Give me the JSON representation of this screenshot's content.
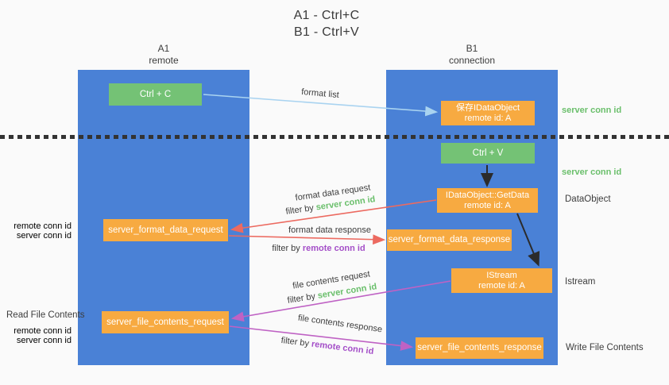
{
  "title": {
    "line1": "A1 - Ctrl+C",
    "line2": "B1 - Ctrl+V"
  },
  "lifelines": {
    "a1": {
      "name": "A1",
      "role": "remote"
    },
    "b1": {
      "name": "B1",
      "role": "connection"
    }
  },
  "boxes": {
    "ctrl_c": {
      "label": "Ctrl + C"
    },
    "save_dataobject": {
      "line1": "保存IDataObject",
      "line2": "remote id: A"
    },
    "ctrl_v": {
      "label": "Ctrl + V"
    },
    "getdata": {
      "line1": "IDataObject::GetData",
      "line2": "remote id: A"
    },
    "format_request": {
      "label": "server_format_data_request"
    },
    "format_response": {
      "label": "server_format_data_response"
    },
    "istream": {
      "line1": "IStream",
      "line2": "remote id: A"
    },
    "file_request": {
      "label": "server_file_contents_request"
    },
    "file_response": {
      "label": "server_file_contents_response"
    }
  },
  "arrow_labels": {
    "format_list": "format list",
    "format_data_request": "format data request",
    "format_data_response": "format data response",
    "file_contents_request": "file contents request",
    "file_contents_response": "file contents response",
    "filter_by": "filter by ",
    "server_conn_id": "server conn id",
    "remote_conn_id": "remote conn id"
  },
  "side_labels": {
    "server_conn_id_top": "server conn id",
    "server_conn_id_mid": "server conn id",
    "dataobject": "DataObject",
    "istream": "Istream",
    "write_file_contents": "Write File Contents",
    "read_file_contents": "Read File Contents",
    "remote_conn_id_1": "remote conn id",
    "server_conn_id_1": "server conn id",
    "remote_conn_id_2": "remote conn id",
    "server_conn_id_2": "server conn id"
  },
  "colors": {
    "lifeline_blue": "#4a81d6",
    "action_green": "#74c275",
    "message_orange": "#f7aa41",
    "arrow_lightblue": "#a9d3f0",
    "arrow_red": "#ec6a60",
    "arrow_magenta": "#bf62c4",
    "arrow_black": "#2b2b2b",
    "text_purple": "#a44fc8",
    "text_green": "#6abf6b",
    "text_dark": "#3d3d3d",
    "background": "#fafafa"
  }
}
